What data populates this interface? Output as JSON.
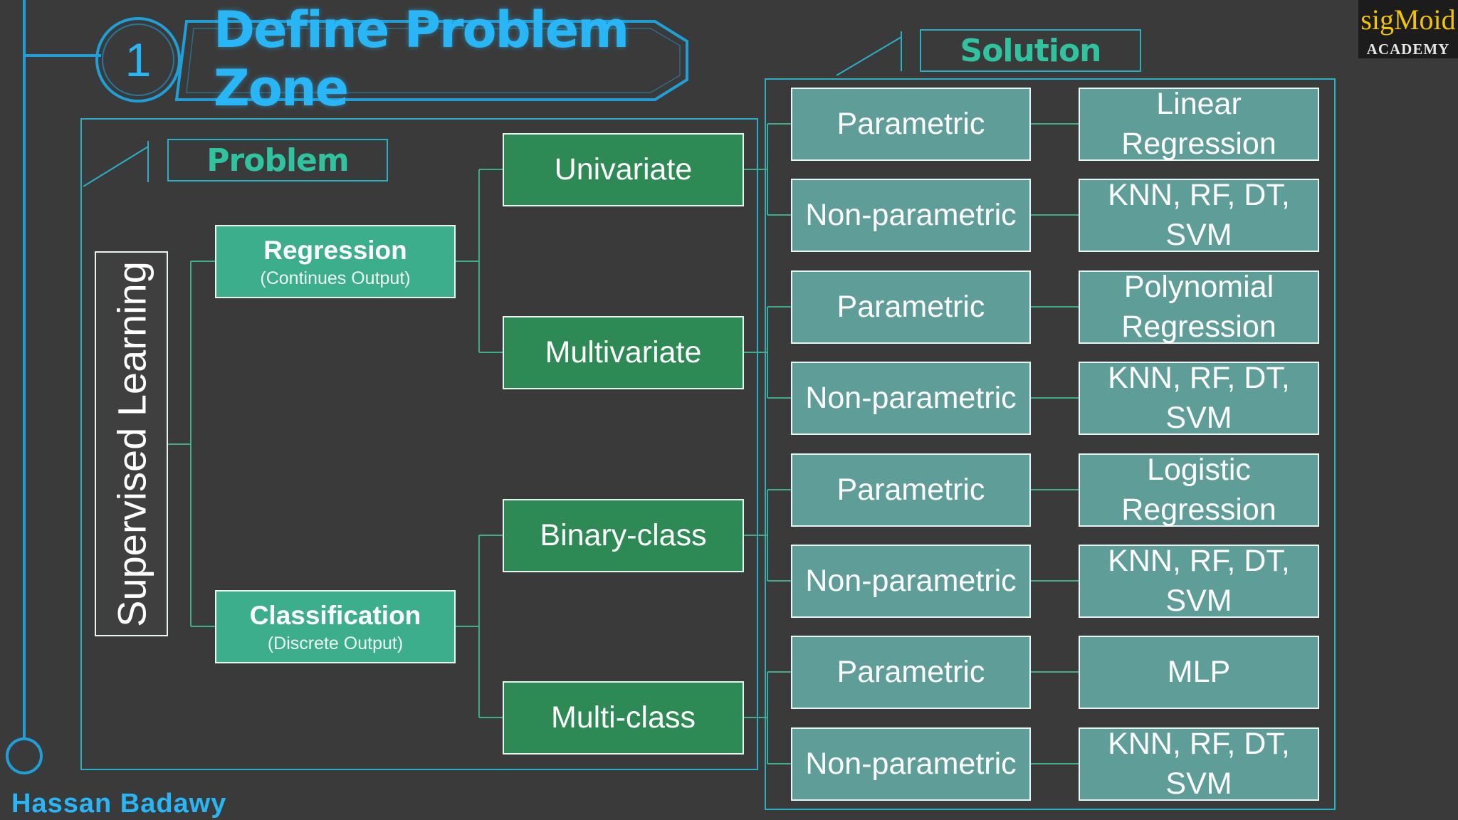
{
  "header": {
    "step_number": "1",
    "title": "Define Problem Zone"
  },
  "logo": {
    "line1": "sigMoid",
    "line2": "ACADEMY"
  },
  "problem_panel": {
    "label": "Problem",
    "root": "Supervised Learning",
    "kinds": [
      {
        "title": "Regression",
        "subtitle": "(Continues Output)"
      },
      {
        "title": "Classification",
        "subtitle": "(Discrete Output)"
      }
    ],
    "types": [
      "Univariate",
      "Multivariate",
      "Binary-class",
      "Multi-class"
    ]
  },
  "solution_panel": {
    "label": "Solution",
    "rows": [
      {
        "method": "Parametric",
        "model": "Linear Regression"
      },
      {
        "method": "Non-parametric",
        "model": "KNN, RF, DT, SVM"
      },
      {
        "method": "Parametric",
        "model": "Polynomial Regression"
      },
      {
        "method": "Non-parametric",
        "model": "KNN, RF, DT, SVM"
      },
      {
        "method": "Parametric",
        "model": "Logistic Regression"
      },
      {
        "method": "Non-parametric",
        "model": "KNN, RF, DT, SVM"
      },
      {
        "method": "Parametric",
        "model": "MLP"
      },
      {
        "method": "Non-parametric",
        "model": "KNN, RF, DT, SVM"
      }
    ]
  },
  "footer": {
    "author": "Hassan Badawy"
  },
  "colors": {
    "accent": "#29b6f6",
    "type_box": "#2e8a55",
    "kind_box": "#3dae8c",
    "solution_box": "#5f9e98",
    "panel_border": "#2ab0c6",
    "background": "#3a3a3a"
  }
}
